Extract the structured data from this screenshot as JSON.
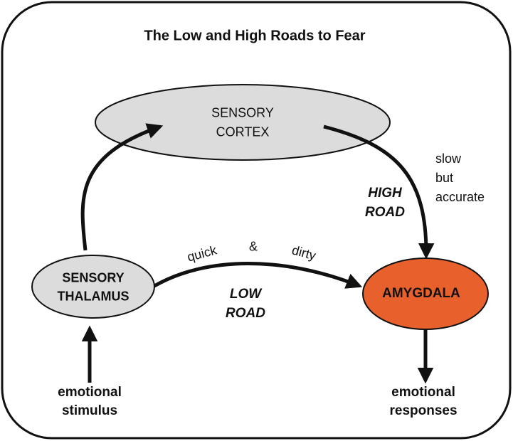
{
  "title": "The Low and High Roads to Fear",
  "nodes": {
    "cortex": {
      "line1": "SENSORY",
      "line2": "CORTEX",
      "fill": "#dcdcdc"
    },
    "thalamus": {
      "line1": "SENSORY",
      "line2": "THALAMUS",
      "fill": "#dcdcdc"
    },
    "amygdala": {
      "label": "AMYGDALA",
      "fill": "#e8602c"
    }
  },
  "paths": {
    "high_road": {
      "line1": "HIGH",
      "line2": "ROAD",
      "note1": "slow",
      "note2": "but",
      "note3": "accurate"
    },
    "low_road": {
      "line1": "LOW",
      "line2": "ROAD",
      "word1": "quick",
      "word2": "&",
      "word3": "dirty"
    }
  },
  "io": {
    "stimulus": {
      "line1": "emotional",
      "line2": "stimulus"
    },
    "responses": {
      "line1": "emotional",
      "line2": "responses"
    }
  },
  "colors": {
    "frame": "#111111",
    "arrow": "#111111",
    "gray_node": "#dcdcdc",
    "amygdala": "#e8602c"
  }
}
